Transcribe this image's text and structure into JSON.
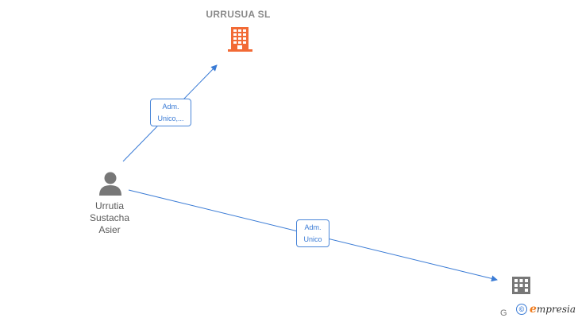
{
  "diagram": {
    "company_main": {
      "name": "URRUSUA  SL",
      "icon": "building-icon",
      "color": "#f26a35"
    },
    "person": {
      "name_lines": [
        "Urrutia",
        "Sustacha",
        "Asier"
      ],
      "icon": "person-icon",
      "color": "#777777"
    },
    "edges": [
      {
        "label_lines": [
          "Adm.",
          "Unico,..."
        ]
      },
      {
        "label_lines": [
          "Adm.",
          "Unico"
        ]
      }
    ],
    "company_secondary": {
      "name_visible": "G",
      "icon": "building-icon",
      "color": "#777777"
    },
    "edge_color": "#3a7bd5"
  },
  "brand": {
    "copyright_symbol": "©",
    "name_initial": "e",
    "name_rest": "mpresia"
  }
}
